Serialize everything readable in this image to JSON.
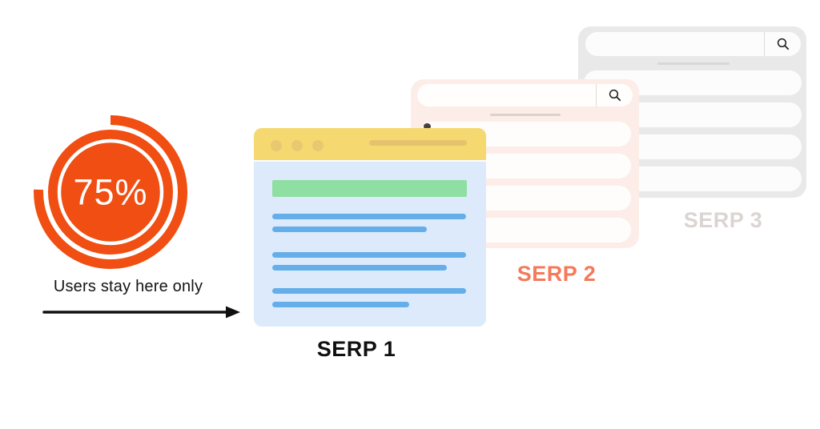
{
  "stat": {
    "percent": 75,
    "percent_label": "75%",
    "caption": "Users stay here only"
  },
  "serp_pages": [
    {
      "id": "serp1",
      "label": "SERP 1"
    },
    {
      "id": "serp2",
      "label": "SERP 2"
    },
    {
      "id": "serp3",
      "label": "SERP 3"
    }
  ],
  "icons": {
    "search": "search-icon",
    "arrow": "arrow-right-icon",
    "window_dots": "window-control-dots",
    "donut": "progress-donut"
  },
  "colors": {
    "accent_orange": "#F04E12",
    "window_header_yellow": "#F5D970",
    "window_header_tan": "#E6C26F",
    "window_body_blue": "#DCEAFB",
    "featured_green": "#8FDFA3",
    "result_line_blue": "#64AEEA",
    "panel_peach": "#FCEDE8",
    "panel_gray": "#EAE9E9",
    "label_coral": "#F5795A",
    "label_light_gray": "#DBD4D2",
    "ink": "#141414"
  }
}
